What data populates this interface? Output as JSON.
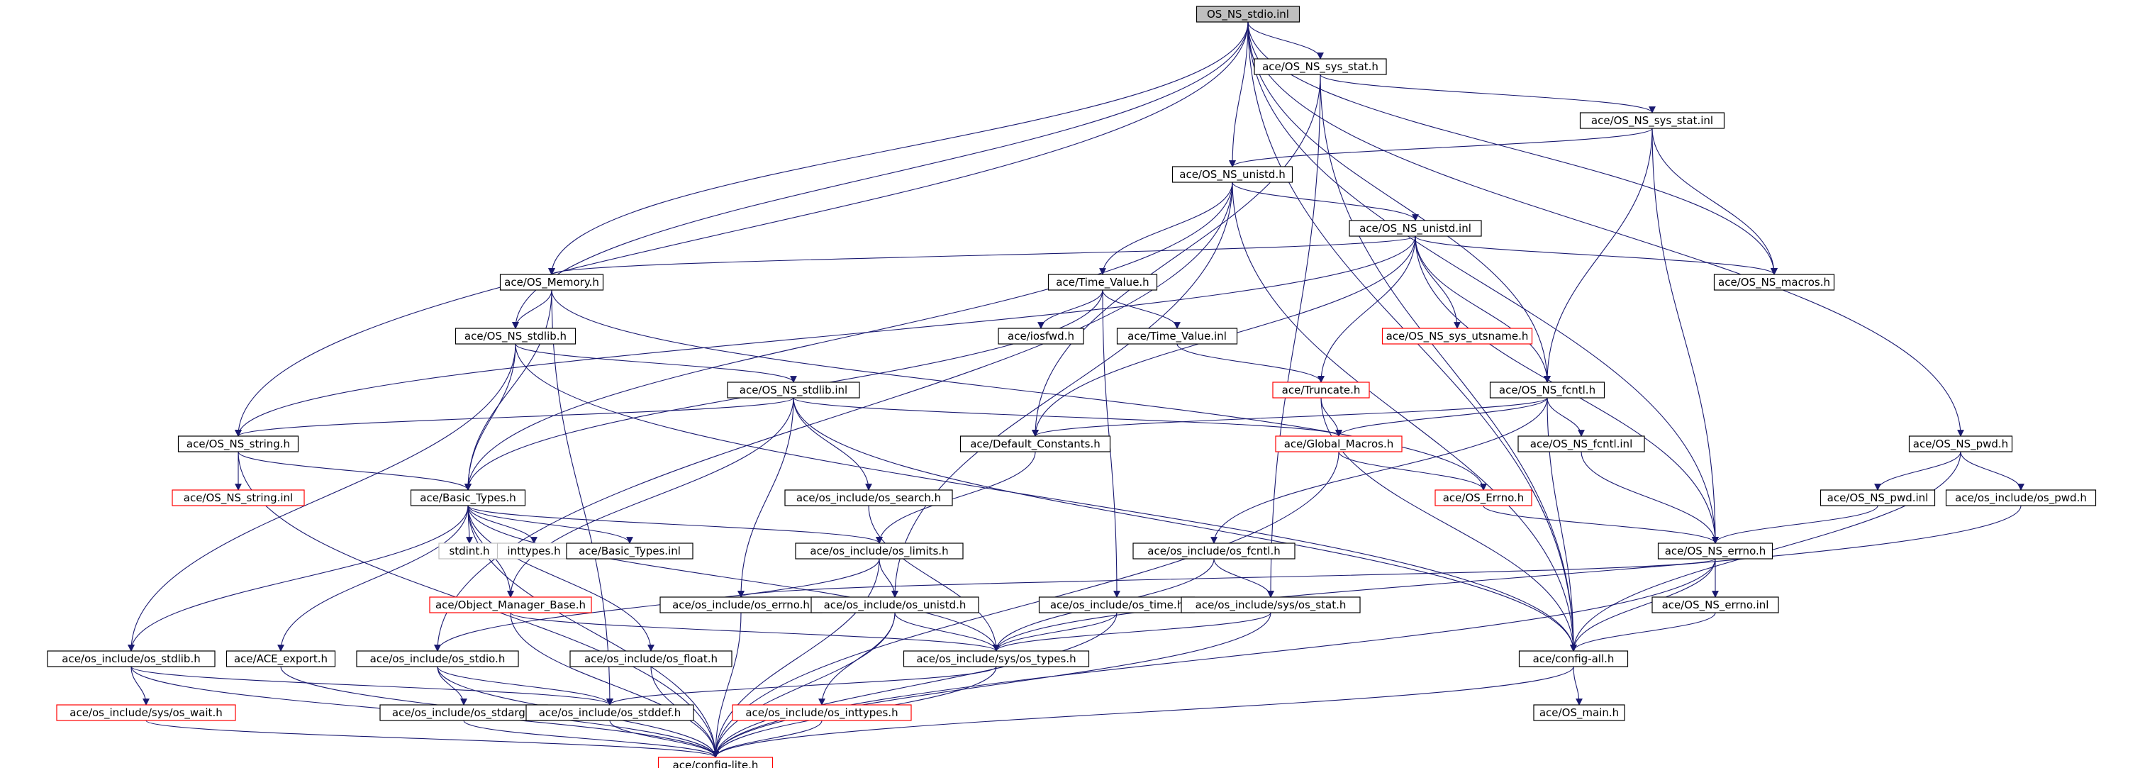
{
  "colors": {
    "edge": "#191970",
    "node_border": "#000000",
    "node_border_missing": "#ff0000",
    "node_border_external": "#bfbfbf",
    "root_fill": "#bfbfbf",
    "node_fill": "#ffffff"
  },
  "nodes": [
    {
      "id": "root",
      "label": "OS_NS_stdio.inl",
      "kind": "root"
    },
    {
      "id": "sys_stat_h",
      "label": "ace/OS_NS_sys_stat.h",
      "kind": "normal"
    },
    {
      "id": "sys_stat_inl",
      "label": "ace/OS_NS_sys_stat.inl",
      "kind": "normal"
    },
    {
      "id": "unistd_h",
      "label": "ace/OS_NS_unistd.h",
      "kind": "normal"
    },
    {
      "id": "unistd_inl",
      "label": "ace/OS_NS_unistd.inl",
      "kind": "normal"
    },
    {
      "id": "memory_h",
      "label": "ace/OS_Memory.h",
      "kind": "normal"
    },
    {
      "id": "time_value_h",
      "label": "ace/Time_Value.h",
      "kind": "normal"
    },
    {
      "id": "macros_h",
      "label": "ace/OS_NS_macros.h",
      "kind": "normal"
    },
    {
      "id": "stdlib_h",
      "label": "ace/OS_NS_stdlib.h",
      "kind": "normal"
    },
    {
      "id": "iosfwd_h",
      "label": "ace/iosfwd.h",
      "kind": "normal"
    },
    {
      "id": "time_value_inl",
      "label": "ace/Time_Value.inl",
      "kind": "normal"
    },
    {
      "id": "utsname_h",
      "label": "ace/OS_NS_sys_utsname.h",
      "kind": "missing"
    },
    {
      "id": "stdlib_inl",
      "label": "ace/OS_NS_stdlib.inl",
      "kind": "normal"
    },
    {
      "id": "truncate_h",
      "label": "ace/Truncate.h",
      "kind": "missing"
    },
    {
      "id": "fcntl_h",
      "label": "ace/OS_NS_fcntl.h",
      "kind": "normal"
    },
    {
      "id": "string_h",
      "label": "ace/OS_NS_string.h",
      "kind": "normal"
    },
    {
      "id": "default_constants_h",
      "label": "ace/Default_Constants.h",
      "kind": "normal"
    },
    {
      "id": "global_macros_h",
      "label": "ace/Global_Macros.h",
      "kind": "missing"
    },
    {
      "id": "pwd_h",
      "label": "ace/OS_NS_pwd.h",
      "kind": "normal"
    },
    {
      "id": "string_inl",
      "label": "ace/OS_NS_string.inl",
      "kind": "missing"
    },
    {
      "id": "basic_types_h",
      "label": "ace/Basic_Types.h",
      "kind": "normal"
    },
    {
      "id": "os_search_h",
      "label": "ace/os_include/os_search.h",
      "kind": "normal"
    },
    {
      "id": "fcntl_inl",
      "label": "ace/OS_NS_fcntl.inl",
      "kind": "normal"
    },
    {
      "id": "os_errno_ace_h",
      "label": "ace/OS_Errno.h",
      "kind": "missing"
    },
    {
      "id": "pwd_inl",
      "label": "ace/OS_NS_pwd.inl",
      "kind": "normal"
    },
    {
      "id": "os_pwd_h",
      "label": "ace/os_include/os_pwd.h",
      "kind": "normal"
    },
    {
      "id": "stdint_h",
      "label": "stdint.h",
      "kind": "external"
    },
    {
      "id": "inttypes_h",
      "label": "inttypes.h",
      "kind": "external"
    },
    {
      "id": "basic_types_inl",
      "label": "ace/Basic_Types.inl",
      "kind": "normal"
    },
    {
      "id": "os_limits_h",
      "label": "ace/os_include/os_limits.h",
      "kind": "normal"
    },
    {
      "id": "os_fcntl_h",
      "label": "ace/os_include/os_fcntl.h",
      "kind": "normal"
    },
    {
      "id": "ns_errno_h",
      "label": "ace/OS_NS_errno.h",
      "kind": "normal"
    },
    {
      "id": "object_manager_base_h",
      "label": "ace/Object_Manager_Base.h",
      "kind": "missing"
    },
    {
      "id": "os_errno_h",
      "label": "ace/os_include/os_errno.h",
      "kind": "normal"
    },
    {
      "id": "os_unistd_h",
      "label": "ace/os_include/os_unistd.h",
      "kind": "normal"
    },
    {
      "id": "os_time_h",
      "label": "ace/os_include/os_time.h",
      "kind": "normal"
    },
    {
      "id": "sys_os_stat_h",
      "label": "ace/os_include/sys/os_stat.h",
      "kind": "normal"
    },
    {
      "id": "ns_errno_inl",
      "label": "ace/OS_NS_errno.inl",
      "kind": "normal"
    },
    {
      "id": "os_stdlib_h",
      "label": "ace/os_include/os_stdlib.h",
      "kind": "normal"
    },
    {
      "id": "ace_export_h",
      "label": "ace/ACE_export.h",
      "kind": "normal"
    },
    {
      "id": "os_stdio_h",
      "label": "ace/os_include/os_stdio.h",
      "kind": "normal"
    },
    {
      "id": "os_float_h",
      "label": "ace/os_include/os_float.h",
      "kind": "normal"
    },
    {
      "id": "sys_os_types_h",
      "label": "ace/os_include/sys/os_types.h",
      "kind": "normal"
    },
    {
      "id": "config_all_h",
      "label": "ace/config-all.h",
      "kind": "normal"
    },
    {
      "id": "sys_os_wait_h",
      "label": "ace/os_include/sys/os_wait.h",
      "kind": "missing"
    },
    {
      "id": "os_stdarg_h",
      "label": "ace/os_include/os_stdarg.h",
      "kind": "normal"
    },
    {
      "id": "os_stddef_h",
      "label": "ace/os_include/os_stddef.h",
      "kind": "normal"
    },
    {
      "id": "os_inttypes_h",
      "label": "ace/os_include/os_inttypes.h",
      "kind": "missing"
    },
    {
      "id": "os_main_h",
      "label": "ace/OS_main.h",
      "kind": "normal"
    },
    {
      "id": "config_lite_h",
      "label": "ace/config-lite.h",
      "kind": "missing"
    }
  ],
  "edges": [
    [
      "root",
      "sys_stat_h"
    ],
    [
      "root",
      "unistd_h"
    ],
    [
      "root",
      "memory_h"
    ],
    [
      "root",
      "stdlib_h"
    ],
    [
      "root",
      "string_h"
    ],
    [
      "root",
      "fcntl_h"
    ],
    [
      "root",
      "pwd_h"
    ],
    [
      "root",
      "macros_h"
    ],
    [
      "root",
      "ns_errno_h"
    ],
    [
      "root",
      "config_all_h"
    ],
    [
      "sys_stat_h",
      "sys_stat_inl"
    ],
    [
      "sys_stat_h",
      "sys_os_stat_h"
    ],
    [
      "sys_stat_h",
      "default_constants_h"
    ],
    [
      "sys_stat_h",
      "config_all_h"
    ],
    [
      "sys_stat_inl",
      "unistd_h"
    ],
    [
      "sys_stat_inl",
      "fcntl_h"
    ],
    [
      "sys_stat_inl",
      "ns_errno_h"
    ],
    [
      "sys_stat_inl",
      "macros_h"
    ],
    [
      "unistd_h",
      "unistd_inl"
    ],
    [
      "unistd_h",
      "time_value_h"
    ],
    [
      "unistd_h",
      "basic_types_h"
    ],
    [
      "unistd_h",
      "os_unistd_h"
    ],
    [
      "unistd_h",
      "os_stdio_h"
    ],
    [
      "unistd_h",
      "config_all_h"
    ],
    [
      "unistd_inl",
      "memory_h"
    ],
    [
      "unistd_inl",
      "string_h"
    ],
    [
      "unistd_inl",
      "fcntl_h"
    ],
    [
      "unistd_inl",
      "utsname_h"
    ],
    [
      "unistd_inl",
      "truncate_h"
    ],
    [
      "unistd_inl",
      "macros_h"
    ],
    [
      "unistd_inl",
      "ns_errno_h"
    ],
    [
      "unistd_inl",
      "default_constants_h"
    ],
    [
      "memory_h",
      "stdlib_h"
    ],
    [
      "memory_h",
      "basic_types_h"
    ],
    [
      "memory_h",
      "os_errno_ace_h"
    ],
    [
      "memory_h",
      "os_stddef_h"
    ],
    [
      "time_value_h",
      "iosfwd_h"
    ],
    [
      "time_value_h",
      "time_value_inl"
    ],
    [
      "time_value_h",
      "basic_types_h"
    ],
    [
      "time_value_h",
      "os_time_h"
    ],
    [
      "time_value_inl",
      "truncate_h"
    ],
    [
      "stdlib_h",
      "stdlib_inl"
    ],
    [
      "stdlib_h",
      "basic_types_h"
    ],
    [
      "stdlib_h",
      "os_stdlib_h"
    ],
    [
      "stdlib_h",
      "config_all_h"
    ],
    [
      "stdlib_inl",
      "string_h"
    ],
    [
      "stdlib_inl",
      "global_macros_h"
    ],
    [
      "stdlib_inl",
      "os_search_h"
    ],
    [
      "stdlib_inl",
      "object_manager_base_h"
    ],
    [
      "stdlib_inl",
      "os_errno_h"
    ],
    [
      "stdlib_inl",
      "config_all_h"
    ],
    [
      "truncate_h",
      "global_macros_h"
    ],
    [
      "truncate_h",
      "config_all_h"
    ],
    [
      "fcntl_h",
      "default_constants_h"
    ],
    [
      "fcntl_h",
      "global_macros_h"
    ],
    [
      "fcntl_h",
      "fcntl_inl"
    ],
    [
      "fcntl_h",
      "os_fcntl_h"
    ],
    [
      "fcntl_h",
      "config_all_h"
    ],
    [
      "string_h",
      "string_inl"
    ],
    [
      "string_h",
      "basic_types_h"
    ],
    [
      "string_h",
      "config_lite_h"
    ],
    [
      "default_constants_h",
      "os_limits_h"
    ],
    [
      "global_macros_h",
      "os_errno_ace_h"
    ],
    [
      "global_macros_h",
      "config_lite_h"
    ],
    [
      "pwd_h",
      "pwd_inl"
    ],
    [
      "pwd_h",
      "os_pwd_h"
    ],
    [
      "pwd_h",
      "config_all_h"
    ],
    [
      "basic_types_h",
      "stdint_h"
    ],
    [
      "basic_types_h",
      "inttypes_h"
    ],
    [
      "basic_types_h",
      "basic_types_inl"
    ],
    [
      "basic_types_h",
      "os_limits_h"
    ],
    [
      "basic_types_h",
      "object_manager_base_h"
    ],
    [
      "basic_types_h",
      "os_stdlib_h"
    ],
    [
      "basic_types_h",
      "ace_export_h"
    ],
    [
      "basic_types_h",
      "os_float_h"
    ],
    [
      "basic_types_h",
      "sys_os_types_h"
    ],
    [
      "basic_types_h",
      "config_lite_h"
    ],
    [
      "os_search_h",
      "sys_os_types_h"
    ],
    [
      "fcntl_inl",
      "ns_errno_h"
    ],
    [
      "os_errno_ace_h",
      "ns_errno_h"
    ],
    [
      "pwd_inl",
      "ns_errno_h"
    ],
    [
      "os_pwd_h",
      "sys_os_types_h"
    ],
    [
      "os_limits_h",
      "os_unistd_h"
    ],
    [
      "os_limits_h",
      "os_stdio_h"
    ],
    [
      "os_limits_h",
      "config_lite_h"
    ],
    [
      "os_fcntl_h",
      "sys_os_stat_h"
    ],
    [
      "os_fcntl_h",
      "sys_os_types_h"
    ],
    [
      "ns_errno_h",
      "ns_errno_inl"
    ],
    [
      "ns_errno_h",
      "os_errno_h"
    ],
    [
      "ns_errno_h",
      "config_all_h"
    ],
    [
      "ns_errno_h",
      "config_lite_h"
    ],
    [
      "ns_errno_inl",
      "config_all_h"
    ],
    [
      "object_manager_base_h",
      "sys_os_types_h"
    ],
    [
      "object_manager_base_h",
      "config_lite_h"
    ],
    [
      "os_errno_h",
      "config_lite_h"
    ],
    [
      "os_unistd_h",
      "os_inttypes_h"
    ],
    [
      "os_unistd_h",
      "sys_os_types_h"
    ],
    [
      "os_unistd_h",
      "config_lite_h"
    ],
    [
      "os_time_h",
      "sys_os_types_h"
    ],
    [
      "os_time_h",
      "config_lite_h"
    ],
    [
      "sys_os_stat_h",
      "sys_os_types_h"
    ],
    [
      "sys_os_stat_h",
      "config_lite_h"
    ],
    [
      "os_stdlib_h",
      "sys_os_wait_h"
    ],
    [
      "os_stdlib_h",
      "os_stddef_h"
    ],
    [
      "os_stdlib_h",
      "config_lite_h"
    ],
    [
      "ace_export_h",
      "config_lite_h"
    ],
    [
      "os_stdio_h",
      "os_stdarg_h"
    ],
    [
      "os_stdio_h",
      "os_stddef_h"
    ],
    [
      "os_stdio_h",
      "config_lite_h"
    ],
    [
      "os_float_h",
      "config_lite_h"
    ],
    [
      "sys_os_types_h",
      "os_stddef_h"
    ],
    [
      "sys_os_types_h",
      "config_lite_h"
    ],
    [
      "config_all_h",
      "os_main_h"
    ],
    [
      "config_all_h",
      "config_lite_h"
    ],
    [
      "sys_os_wait_h",
      "config_lite_h"
    ],
    [
      "os_stdarg_h",
      "config_lite_h"
    ],
    [
      "os_stddef_h",
      "config_lite_h"
    ],
    [
      "os_inttypes_h",
      "config_lite_h"
    ]
  ]
}
